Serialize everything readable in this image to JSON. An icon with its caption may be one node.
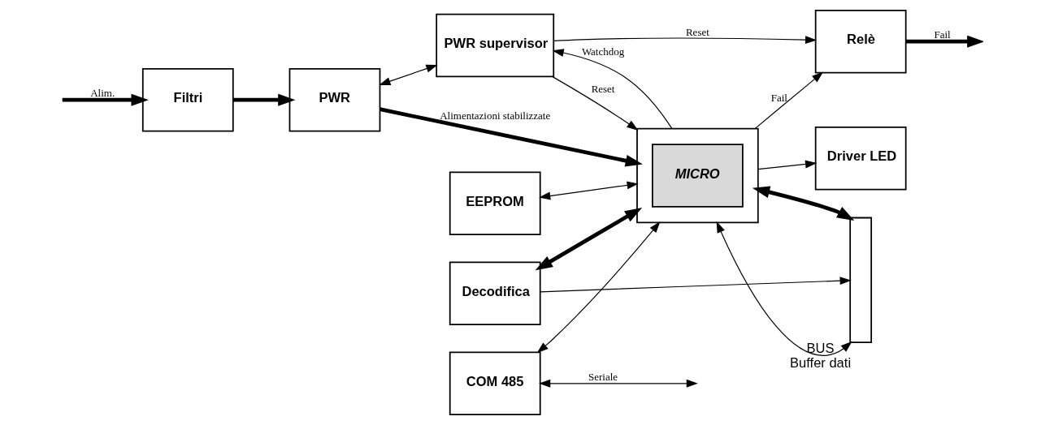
{
  "diagram": {
    "nodes": [
      {
        "text": [
          "Filtri"
        ]
      },
      {
        "text": [
          "PWR"
        ]
      },
      {
        "text": [
          "PWR supervisor"
        ]
      },
      {
        "text": [],
        "shape": "box"
      },
      {
        "text": [
          "MICRO"
        ],
        "in": 3
      },
      {
        "text": [],
        "shape": "bar",
        "beside": [
          "BUS",
          "Buffer dati"
        ]
      },
      {
        "text": [
          "COM 485"
        ]
      },
      {
        "text": [
          "EEPROM"
        ]
      },
      {
        "text": [
          "Decodifica"
        ]
      },
      {
        "text": [
          "Relè"
        ]
      },
      {
        "text": [
          "Driver LED"
        ]
      }
    ],
    "edges": [
      {
        "from": null,
        "to": 0,
        "arrow": "to",
        "label": "Alim.",
        "style": "thick"
      },
      {
        "from": 0,
        "to": 1,
        "arrow": "to",
        "style": "thick"
      },
      {
        "from": 1,
        "to": 3,
        "arrow": "to",
        "label": "Alimentazioni stabilizzate",
        "style": "thick"
      },
      {
        "from": 1,
        "to": 2,
        "arrow": "both"
      },
      {
        "from": 3,
        "to": 2,
        "arrow": "to",
        "label": "Watchdog"
      },
      {
        "from": 2,
        "to": 3,
        "arrow": "to",
        "label": "Reset"
      },
      {
        "from": 2,
        "to": 9,
        "arrow": "to",
        "label": "Reset"
      },
      {
        "from": 6,
        "to": 3,
        "arrow": "both"
      },
      {
        "from": 7,
        "to": 3,
        "arrow": "both"
      },
      {
        "from": 8,
        "to": 3,
        "arrow": "both",
        "style": "thick"
      },
      {
        "from": 3,
        "to": 5,
        "arrow": "both",
        "style": "thick"
      },
      {
        "from": 3,
        "to": 5,
        "arrow": "both"
      },
      {
        "from": 8,
        "to": 5,
        "arrow": "to"
      },
      {
        "from": 3,
        "to": 9,
        "arrow": "to",
        "label": "Fail"
      },
      {
        "from": 3,
        "to": 10,
        "arrow": "to"
      },
      {
        "from": 9,
        "to": null,
        "arrow": "to",
        "label": "Fail",
        "style": "thick"
      },
      {
        "from": 6,
        "to": null,
        "arrow": "both",
        "label": "Seriale"
      }
    ]
  }
}
